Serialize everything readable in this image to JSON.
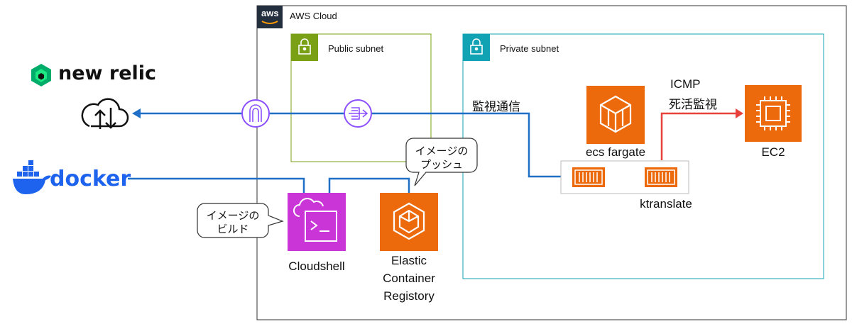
{
  "aws_cloud": {
    "label": "AWS Cloud",
    "logo_text": "aws"
  },
  "public_subnet": {
    "label": "Public subnet"
  },
  "private_subnet": {
    "label": "Private subnet"
  },
  "new_relic": {
    "label": "new relic"
  },
  "docker": {
    "label": "docker"
  },
  "monitoring_label": "監視通信",
  "icmp_label": {
    "line1": "ICMP",
    "line2": "死活監視"
  },
  "ecs": {
    "label": "ecs fargate"
  },
  "ec2": {
    "label": "EC2"
  },
  "ktranslate": {
    "label": "ktranslate"
  },
  "cloudshell": {
    "label": "Cloudshell"
  },
  "ecr": {
    "line1": "Elastic",
    "line2": "Container",
    "line3": "Registory"
  },
  "bubble_push": {
    "line1": "イメージの",
    "line2": "プッシュ"
  },
  "bubble_build": {
    "line1": "イメージの",
    "line2": "ビルド"
  },
  "colors": {
    "blue_line": "#1f6fc7",
    "red_line": "#e8413c",
    "aws_orange": "#ed6a0c",
    "cloudshell_magenta": "#c935d6",
    "public_green": "#7aa116",
    "private_teal": "#11a3b3",
    "gateway_purple": "#8c4fff",
    "newrelic_green": "#1ce783",
    "docker_blue": "#1d63ed"
  }
}
